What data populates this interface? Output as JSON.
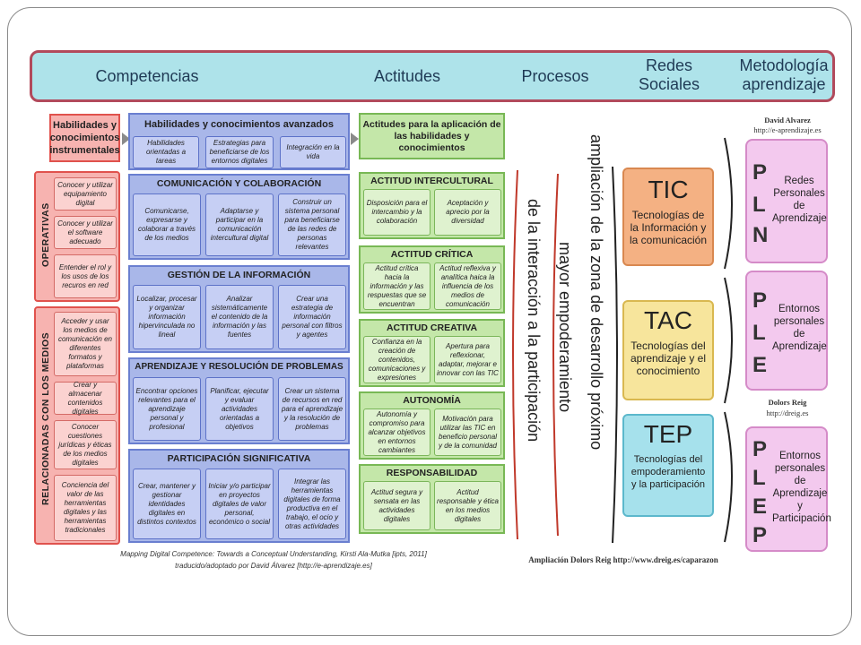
{
  "header": {
    "items": [
      "Competencias",
      "Actitudes",
      "Procesos",
      "Redes\nSociales",
      "Metodología\naprendizaje"
    ]
  },
  "instrumental": {
    "title": "Habilidades y conocimientos instrumentales",
    "operativas_label": "OPERATIVAS",
    "operativas": [
      "Conocer y utilizar equipamiento digital",
      "Conocer y utilizar el software adecuado",
      "Entender el rol y los usos de los recuros en red"
    ],
    "medios_label": "RELACIONADAS CON LOS MEDIOS",
    "medios": [
      "Acceder y usar los medios de comunicación en diferentes formatos y plataformas",
      "Crear y almacenar contenidos digitales",
      "Conocer cuestiones jurídicas y éticas de los medios digitales",
      "Conciencia del valor de las herramientas digitales y las herramientas tradicionales"
    ]
  },
  "avanzados": {
    "title": "Habilidades y conocimientos avanzados",
    "top": [
      "Habilidades orientadas a tareas",
      "Estrategias para beneficiarse de los entornos digitales",
      "Integración en la vida"
    ],
    "sections": [
      {
        "title": "COMUNICACIÓN Y COLABORACIÓN",
        "cells": [
          "Comunicarse, expresarse y colaborar a través de los medios",
          "Adaptarse y participar en la comunicación intercultural digital",
          "Construir un sistema personal para beneficiarse de las redes de personas relevantes"
        ]
      },
      {
        "title": "GESTIÓN DE LA INFORMACIÓN",
        "cells": [
          "Localizar, procesar y organizar información hipervinculada no lineal",
          "Analizar sistemáticamente el contenido de la información y las fuentes",
          "Crear una estrategia de información personal con filtros y agentes"
        ]
      },
      {
        "title": "APRENDIZAJE Y RESOLUCIÓN DE PROBLEMAS",
        "cells": [
          "Encontrar opciones relevantes para el aprendizaje personal y profesional",
          "Planificar, ejecutar y evaluar actividades orientadas a objetivos",
          "Crear un sistema de recursos en red para el aprendizaje y la resolución de problemas"
        ]
      },
      {
        "title": "PARTICIPACIÓN SIGNIFICATIVA",
        "cells": [
          "Crear, mantener y gestionar identidades digitales en distintos contextos",
          "Iniciar y/o participar en proyectos digitales de valor personal, económico o social",
          "Integrar las herramientas digitales de forma productiva en el trabajo, el ocio y otras actividades"
        ]
      }
    ]
  },
  "actitudes": {
    "title": "Actitudes para la aplicación de las habilidades y conocimientos",
    "sections": [
      {
        "title": "ACTITUD INTERCULTURAL",
        "cells": [
          "Disposición para el intercambio y la colaboración",
          "Aceptación y aprecio por la diversidad"
        ]
      },
      {
        "title": "ACTITUD CRÍTICA",
        "cells": [
          "Actitud crítica hacia la información y las respuestas que se encuentran",
          "Actitud reflexiva y analítica haica la influencia de los medios de comunicación"
        ]
      },
      {
        "title": "ACTITUD CREATIVA",
        "cells": [
          "Confianza en la creación de contenidos, comunicaciones y expresiones",
          "Apertura para reflexionar, adaptar, mejorar e innovar con las TIC"
        ]
      },
      {
        "title": "AUTONOMÍA",
        "cells": [
          "Autonomía y compromiso para alcanzar objetivos en entornos cambiantes",
          "Motivación para utilizar las TIC en beneficio personal y de la comunidad"
        ]
      },
      {
        "title": "RESPONSABILIDAD",
        "cells": [
          "Actitud segura y sensata en las actividades digitales",
          "Actitud responsable y ética en los medios digitales"
        ]
      }
    ]
  },
  "procesos": [
    "de la interacción a la participación",
    "mayor empoderamiento",
    "ampliación de la zona de desarrollo próximo"
  ],
  "redes": [
    {
      "abbr": "TIC",
      "desc": "Tecnologías de la Información y la comunicación",
      "color": "#f4b183",
      "border": "#d98850"
    },
    {
      "abbr": "TAC",
      "desc": "Tecnologías del aprendizaje y el conocimiento",
      "color": "#f7e59c",
      "border": "#d9b850"
    },
    {
      "abbr": "TEP",
      "desc": "Tecnologías del empoderamiento y la participación",
      "color": "#a6e1ec",
      "border": "#5cb8cc"
    }
  ],
  "metodologia": {
    "credit1_name": "David Alvarez",
    "credit1_url": "http://e-aprendizaje.es",
    "credit2_name": "Dolors Reig",
    "credit2_url": "http://dreig.es",
    "boxes": [
      {
        "letters": [
          "P",
          "L",
          "N"
        ],
        "text": "Redes Personales de Aprendizaje"
      },
      {
        "letters": [
          "P",
          "L",
          "E"
        ],
        "text": "Entornos personales de Aprendizaje"
      },
      {
        "letters": [
          "P",
          "L",
          "E",
          "P"
        ],
        "text": "Entornos personales de Aprendizaje y Participación"
      }
    ]
  },
  "footer": {
    "source1": "Mapping Digital Competence: Towards a Conceptual Understanding, Kirsti Ala-Mutka [ipts, 2011]",
    "source2": "traducido/adoptado por David Álvarez [http://e-aprendizaje.es]",
    "ampliacion": "Ampliación Dolors Reig http://www.dreig.es/caparazon"
  }
}
